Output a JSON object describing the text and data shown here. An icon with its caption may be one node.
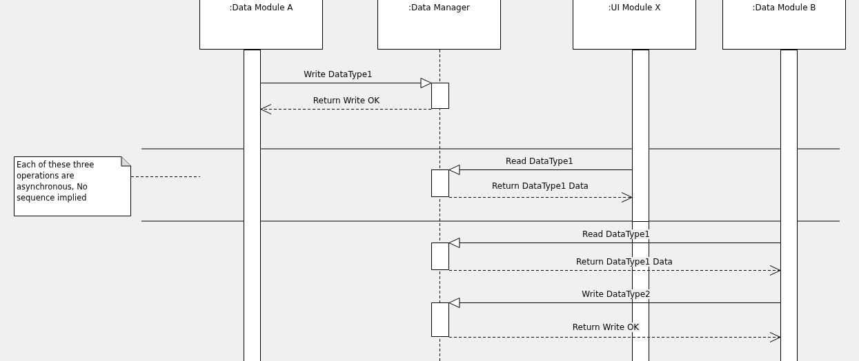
{
  "diagram": {
    "nodes": [
      {
        "text": [
          ":Data Module A"
        ]
      },
      {
        "text": [
          ":Data Manager"
        ]
      },
      {
        "text": [
          ":UI Module X"
        ]
      },
      {
        "text": [
          ":Data Module B"
        ]
      },
      {
        "text": [
          "Each of these three operations are asynchronous, No sequence implied"
        ]
      },
      {
        "text": [],
        "shape": "bar"
      },
      {
        "text": [],
        "shape": "bar"
      },
      {
        "text": [],
        "shape": "bar"
      },
      {
        "text": [],
        "shape": "bar"
      },
      {
        "text": [],
        "shape": "bar"
      },
      {
        "text": [],
        "shape": "bar"
      },
      {
        "text": [],
        "shape": "bar"
      }
    ],
    "edges": [
      {
        "from": 5,
        "to": 6,
        "arrow": "to",
        "label": "Write DataType1"
      },
      {
        "from": 6,
        "to": 5,
        "arrow": "to",
        "label": "Return Write OK",
        "style": "dashed"
      },
      {
        "from": 10,
        "to": 7,
        "arrow": "to",
        "label": "Read DataType1"
      },
      {
        "from": 7,
        "to": 10,
        "arrow": "to",
        "label": "Return DataType1 Data",
        "style": "dashed"
      },
      {
        "from": 11,
        "to": 8,
        "arrow": "to",
        "label": "Read DataType1"
      },
      {
        "from": 8,
        "to": 11,
        "arrow": "to",
        "label": "Return DataType1 Data",
        "style": "dashed"
      },
      {
        "from": 11,
        "to": 9,
        "arrow": "to",
        "label": "Write DataType2"
      },
      {
        "from": 9,
        "to": 11,
        "arrow": "to",
        "label": "Return Write OK",
        "style": "dashed"
      },
      {
        "from": 4,
        "to": null,
        "arrow": "none",
        "style": "dashed"
      }
    ]
  }
}
